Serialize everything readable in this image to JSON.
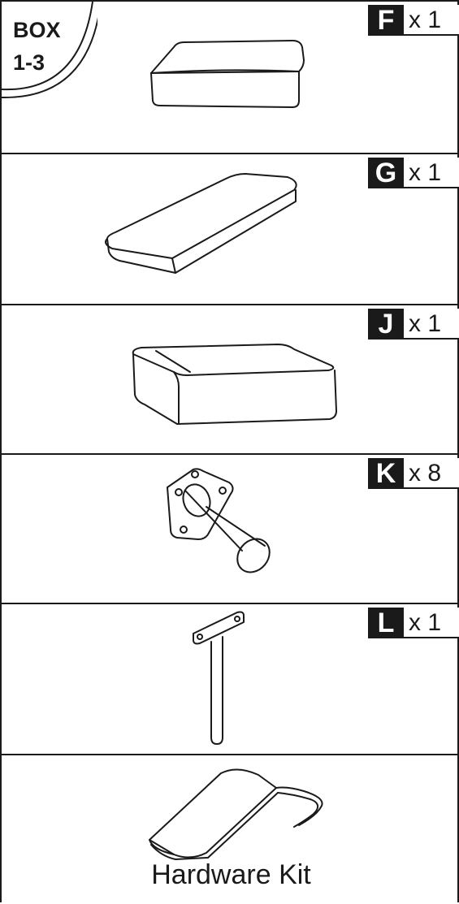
{
  "badge": {
    "line1": "BOX",
    "line2": "1-3"
  },
  "parts": [
    {
      "letter": "F",
      "qty": "x 1",
      "item_icon": "seat-cushion-icon"
    },
    {
      "letter": "G",
      "qty": "x 1",
      "item_icon": "back-cushion-icon"
    },
    {
      "letter": "J",
      "qty": "x 1",
      "item_icon": "ottoman-cushion-icon"
    },
    {
      "letter": "K",
      "qty": "x 8",
      "item_icon": "leg-bracket-icon"
    },
    {
      "letter": "L",
      "qty": "x 1",
      "item_icon": "center-support-leg-icon"
    }
  ],
  "hardware": {
    "caption": "Hardware Kit",
    "item_icon": "hardware-bag-icon"
  },
  "colors": {
    "ink": "#1a1a1a",
    "paper": "#ffffff"
  }
}
